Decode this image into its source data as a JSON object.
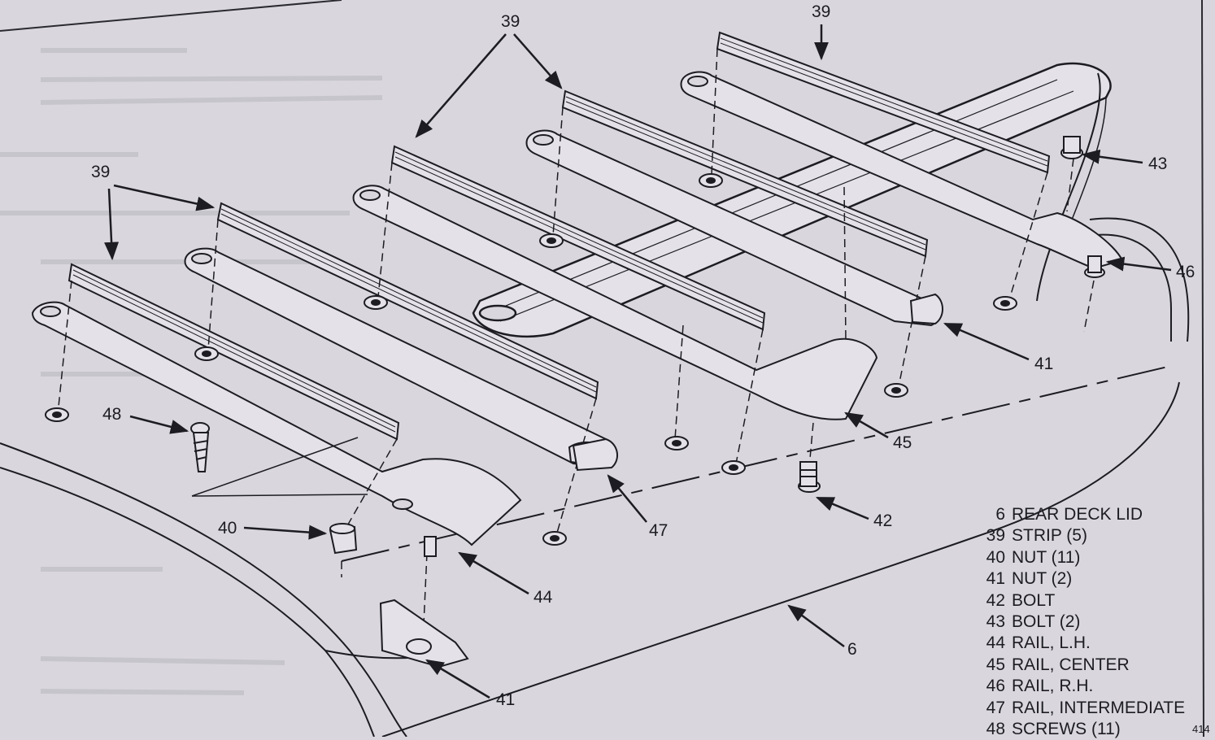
{
  "callouts": {
    "strip_a": "39",
    "strip_b": "39",
    "strip_c": "39",
    "nut_41_a": "41",
    "nut_41_b": "41",
    "bolt_42": "42",
    "bolt_43": "43",
    "rail_44": "44",
    "rail_45": "45",
    "rail_46": "46",
    "rail_47": "47",
    "screw_48": "48",
    "nut_40": "40",
    "deck_lid_6": "6"
  },
  "legend": [
    {
      "num": "6",
      "label": "REAR DECK LID"
    },
    {
      "num": "39",
      "label": "STRIP (5)"
    },
    {
      "num": "40",
      "label": "NUT (11)"
    },
    {
      "num": "41",
      "label": "NUT (2)"
    },
    {
      "num": "42",
      "label": "BOLT"
    },
    {
      "num": "43",
      "label": "BOLT (2)"
    },
    {
      "num": "44",
      "label": "RAIL, L.H."
    },
    {
      "num": "45",
      "label": "RAIL, CENTER"
    },
    {
      "num": "46",
      "label": "RAIL, R.H."
    },
    {
      "num": "47",
      "label": "RAIL, INTERMEDIATE"
    },
    {
      "num": "48",
      "label": "SCREWS (11)"
    }
  ],
  "figure_id": "414",
  "colors": {
    "paper": "#d9d7dd",
    "ink": "#1c1c22",
    "fill": "#e4e2e8"
  }
}
